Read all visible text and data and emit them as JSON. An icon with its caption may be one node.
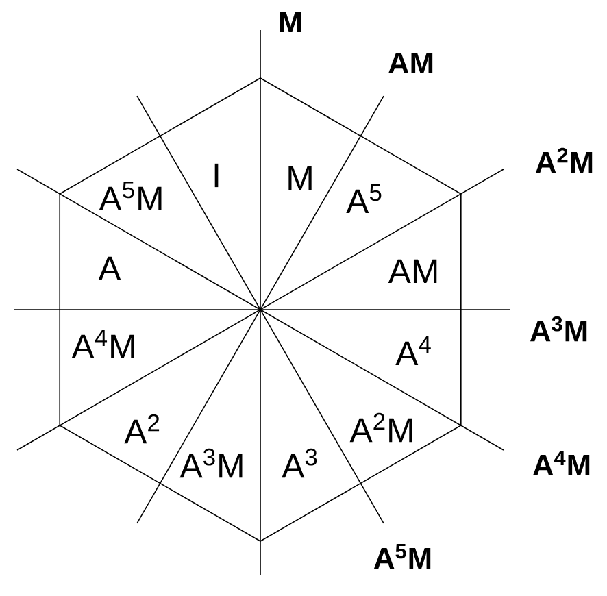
{
  "diagram": {
    "labels": [
      "M",
      "AM",
      "A$^{5}$M",
      "I",
      "M",
      "A$^{5}$",
      "A$^{2}$M",
      "A",
      "AM",
      "A$^{3}$M",
      "A$^{4}$M",
      "A$^{4}$",
      "A$^{2}$",
      "A$^{2}$M",
      "A$^{3}$M",
      "A$^{3}$",
      "A$^{4}$M",
      "A$^{5}$M"
    ]
  }
}
